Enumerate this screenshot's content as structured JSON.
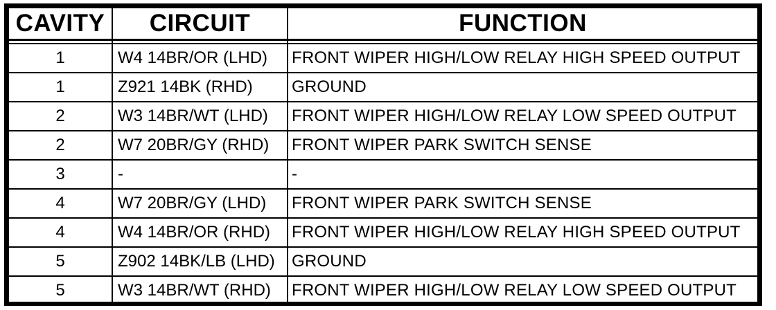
{
  "colors": {
    "border": "#000000",
    "text": "#000000",
    "background": "#ffffff"
  },
  "table": {
    "headers": [
      "CAVITY",
      "CIRCUIT",
      "FUNCTION"
    ],
    "rows": [
      {
        "cavity": "1",
        "circuit": "W4 14BR/OR (LHD)",
        "function": "FRONT WIPER HIGH/LOW RELAY HIGH SPEED OUTPUT"
      },
      {
        "cavity": "1",
        "circuit": "Z921 14BK (RHD)",
        "function": "GROUND"
      },
      {
        "cavity": "2",
        "circuit": "W3 14BR/WT (LHD)",
        "function": "FRONT WIPER HIGH/LOW RELAY LOW SPEED OUTPUT"
      },
      {
        "cavity": "2",
        "circuit": "W7 20BR/GY (RHD)",
        "function": "FRONT WIPER PARK SWITCH SENSE"
      },
      {
        "cavity": "3",
        "circuit": "-",
        "function": "-"
      },
      {
        "cavity": "4",
        "circuit": "W7 20BR/GY (LHD)",
        "function": "FRONT WIPER PARK SWITCH SENSE"
      },
      {
        "cavity": "4",
        "circuit": "W4 14BR/OR (RHD)",
        "function": "FRONT WIPER HIGH/LOW RELAY HIGH SPEED OUTPUT"
      },
      {
        "cavity": "5",
        "circuit": "Z902 14BK/LB (LHD)",
        "function": "GROUND"
      },
      {
        "cavity": "5",
        "circuit": "W3 14BR/WT (RHD)",
        "function": "FRONT WIPER HIGH/LOW RELAY LOW SPEED OUTPUT"
      }
    ]
  }
}
